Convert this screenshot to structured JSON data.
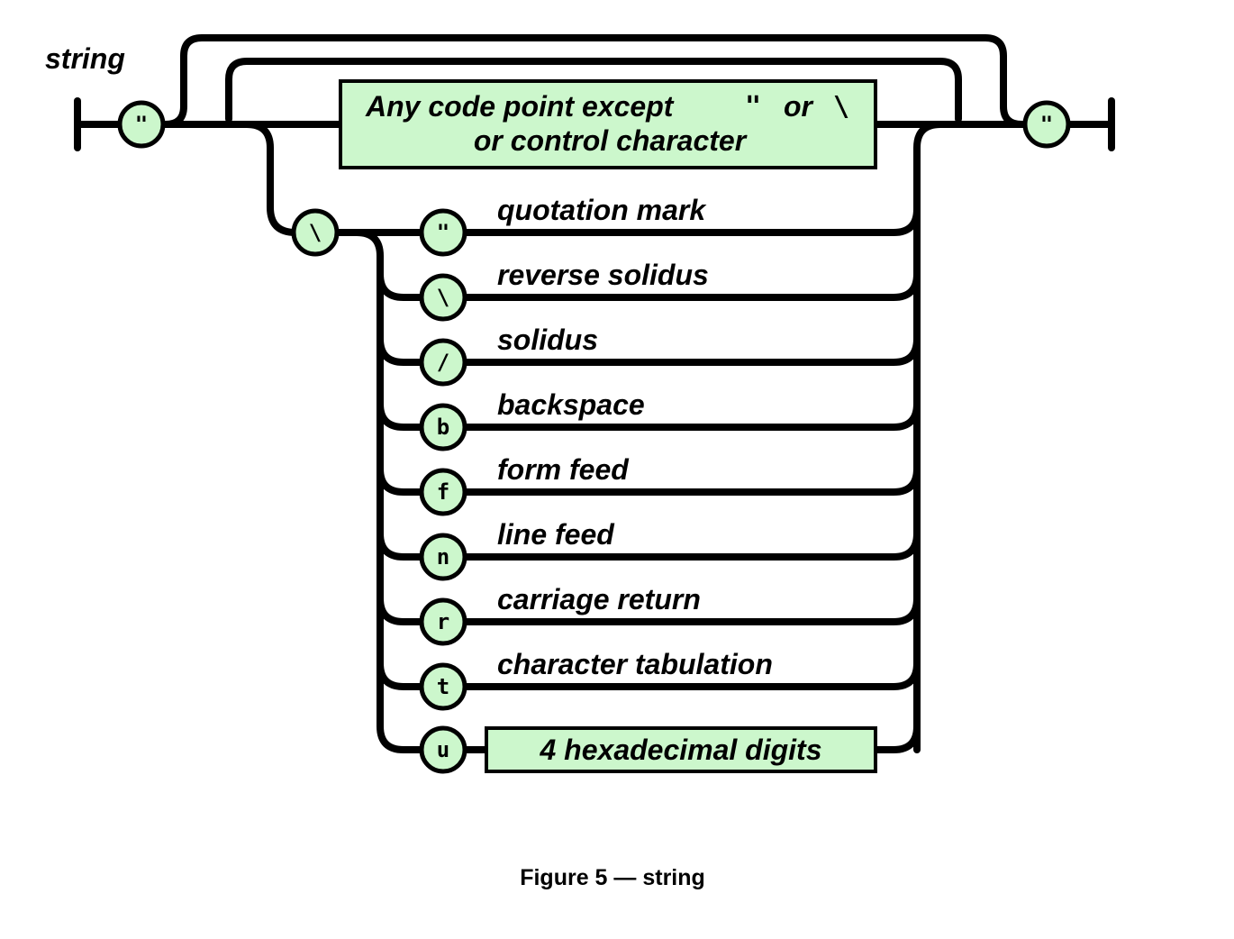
{
  "diagram": {
    "name": "string",
    "start_quote": "\"",
    "end_quote": "\"",
    "any_char_box": {
      "line1_text": "Any code point except",
      "quote_symbol": "\"",
      "or_text": "or",
      "backslash_symbol": "\\",
      "line2_text": "or control character"
    },
    "escape_symbol": "\\",
    "escapes": [
      {
        "char": "\"",
        "label": "quotation mark"
      },
      {
        "char": "\\",
        "label": "reverse solidus"
      },
      {
        "char": "/",
        "label": "solidus"
      },
      {
        "char": "b",
        "label": "backspace"
      },
      {
        "char": "f",
        "label": "form feed"
      },
      {
        "char": "n",
        "label": "line feed"
      },
      {
        "char": "r",
        "label": "carriage return"
      },
      {
        "char": "t",
        "label": "character tabulation"
      }
    ],
    "unicode_escape": {
      "char": "u",
      "box_text": "4 hexadecimal digits"
    },
    "colors": {
      "fill": "#ccf7cc",
      "stroke": "#000000"
    }
  },
  "caption": "Figure 5 — string"
}
